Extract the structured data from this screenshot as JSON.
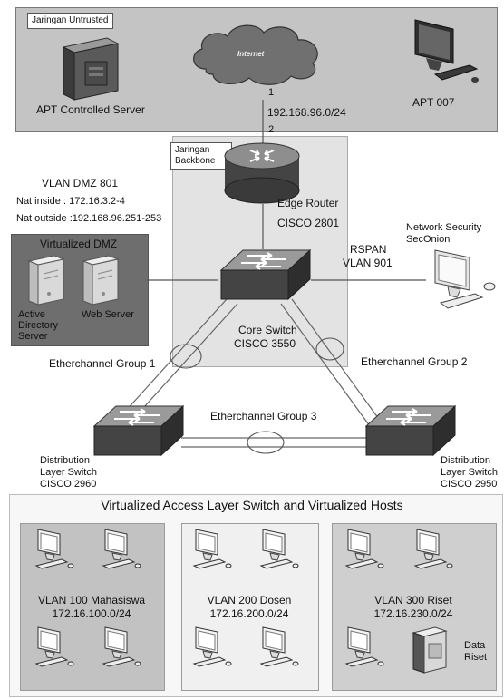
{
  "zones": {
    "untrusted_label": "Jaringan Untrusted",
    "backbone_label": "Jaringan Backbone",
    "dmz_title": "Virtualized DMZ",
    "access_title": "Virtualized Access Layer Switch and Virtualized Hosts"
  },
  "untrusted": {
    "apt_server_label": "APT Controlled Server",
    "internet_label": "Internet",
    "apt007_label": "APT 007",
    "ip_1": ".1",
    "subnet": "192.168.96.0/24",
    "ip_2": ".2"
  },
  "edge_router": {
    "name": "Edge Router",
    "model": "CISCO 2801"
  },
  "vlan_dmz": {
    "title": "VLAN DMZ 801",
    "nat_inside": "Nat inside : 172.16.3.2-4",
    "nat_outside": "Nat outside :192.168.96.251-253"
  },
  "dmz_hosts": {
    "ad_line1": "Active",
    "ad_line2": "Directory",
    "ad_line3": "Server",
    "web": "Web Server"
  },
  "rspan": {
    "line1": "RSPAN",
    "line2": "VLAN 901"
  },
  "secmon": {
    "line1": "Network Security",
    "line2": "SecOnion"
  },
  "core_switch": {
    "name": "Core Switch",
    "model": "CISCO 3550"
  },
  "etherchannels": {
    "g1": "Etherchannel Group 1",
    "g2": "Etherchannel Group 2",
    "g3": "Etherchannel Group 3"
  },
  "dist_left": {
    "line1": "Distribution",
    "line2": "Layer Switch",
    "line3": "CISCO 2960"
  },
  "dist_right": {
    "line1": "Distribution",
    "line2": "Layer Switch",
    "line3": "CISCO 2950"
  },
  "vlans": [
    {
      "name": "VLAN 100 Mahasiswa",
      "subnet": "172.16.100.0/24"
    },
    {
      "name": "VLAN 200 Dosen",
      "subnet": "172.16.200.0/24"
    },
    {
      "name": "VLAN 300 Riset",
      "subnet": "172.16.230.0/24"
    }
  ],
  "data_riset": {
    "line1": "Data",
    "line2": "Riset"
  }
}
